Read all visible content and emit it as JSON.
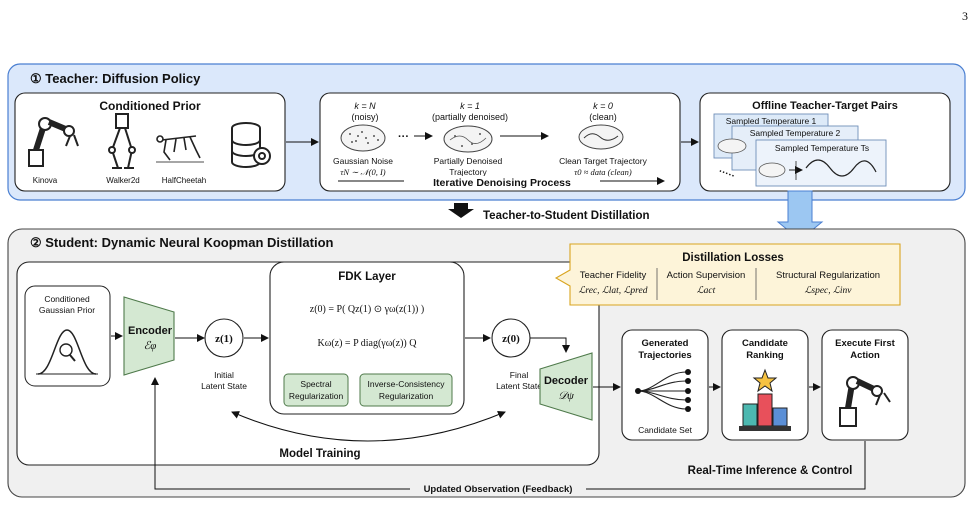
{
  "page_number": "3",
  "teacher": {
    "title": "① Teacher: Diffusion Policy",
    "prior_title": "Conditioned Prior",
    "robots": [
      "Kinova",
      "Walker2d",
      "HalfCheetah"
    ],
    "steps": [
      {
        "k": "k = N",
        "desc": "(noisy)",
        "cap1": "Gaussian Noise",
        "cap2": "τN ∼ 𝒩(0, I)"
      },
      {
        "k": "k = 1",
        "desc": "(partially denoised)",
        "cap1": "Partially Denoised",
        "cap2": "Trajectory"
      },
      {
        "k": "k = 0",
        "desc": "(clean)",
        "cap1": "Clean Target Trajectory",
        "cap2": "τ0  ≈ data (clean)"
      }
    ],
    "ellipsis": "···",
    "process_label": "Iterative Denoising Process",
    "pairs_title": "Offline Teacher-Target Pairs",
    "temps": [
      "Sampled Temperature 1",
      "Sampled Temperature 2",
      "Sampled Temperature Ts"
    ],
    "temps_dots": "·····"
  },
  "distill_label": "Teacher-to-Student Distillation",
  "student": {
    "title": "② Student: Dynamic Neural Koopman Distillation",
    "prior_label": [
      "Conditioned",
      "Gaussian Prior"
    ],
    "encoder": "Encoder",
    "encoder_sym": "ℰφ",
    "z1": "z(1)",
    "z1_label": [
      "Initial",
      "Latent State"
    ],
    "fdk_title": "FDK Layer",
    "eq1": "z(0) = P( Qz(1) ⊙ γω(z(1)) )",
    "eq2": "Kω(z) = P diag(γω(z)) Q",
    "reg1": [
      "Spectral",
      "Regularization"
    ],
    "reg2": [
      "Inverse-Consistency",
      "Regularization"
    ],
    "z0": "z(0)",
    "z0_label": [
      "Final",
      "Latent State"
    ],
    "decoder": "Decoder",
    "decoder_sym": "𝒟ψ",
    "model_training": "Model Training",
    "gen_title": [
      "Generated",
      "Trajectories"
    ],
    "gen_caption": "Candidate Set",
    "rank_title": [
      "Candidate",
      "Ranking"
    ],
    "exec_title": [
      "Execute First",
      "Action"
    ],
    "realtime": "Real-Time Inference & Control",
    "feedback": "Updated Observation (Feedback)"
  },
  "losses": {
    "title": "Distillation Losses",
    "cols": [
      {
        "name": "Teacher Fidelity",
        "terms": "ℒrec, ℒlat, ℒpred"
      },
      {
        "name": "Action Supervision",
        "terms": "ℒact"
      },
      {
        "name": "Structural Regularization",
        "terms": "ℒspec, ℒinv"
      }
    ]
  },
  "colors": {
    "teacher_bg": "#dbe8fb",
    "teacher_border": "#4a7fd1",
    "student_bg": "#f0f0f0",
    "losses_bg": "#fdf4d9",
    "losses_border": "#d9a520",
    "green_fill": "#d4e8d2",
    "green_border": "#4f7a4b",
    "arrow_blue": "#9cc7f2"
  }
}
